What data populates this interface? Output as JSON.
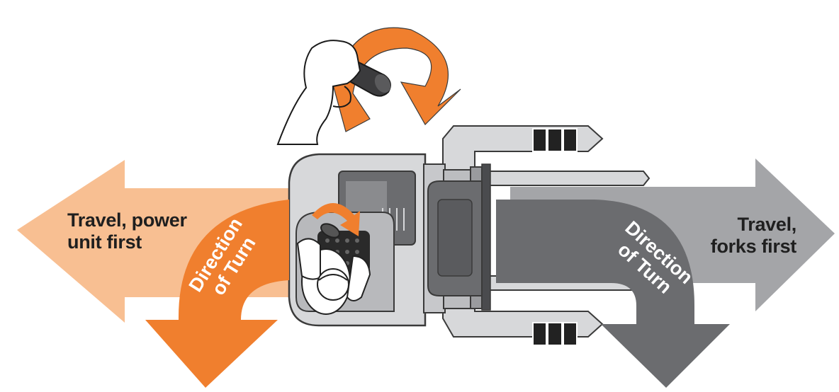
{
  "labels": {
    "travel_power_unit_first": [
      "Travel, power",
      "unit first"
    ],
    "travel_forks_first": [
      "Travel,",
      "forks first"
    ],
    "direction_of_turn_left": [
      "Direction",
      "of Turn"
    ],
    "direction_of_turn_right": [
      "Direction",
      "of Turn"
    ]
  },
  "colors": {
    "light_orange": "#f8bf92",
    "orange": "#f07f2e",
    "light_gray": "#a4a5a8",
    "dark_gray": "#6b6c6f",
    "truck_body": "#d7d8da",
    "truck_outline": "#3a3a3a"
  },
  "icons": [
    "tiller-handle-icon",
    "operator-hand-icon",
    "rotation-arrow-icon",
    "operator-figure-icon"
  ]
}
